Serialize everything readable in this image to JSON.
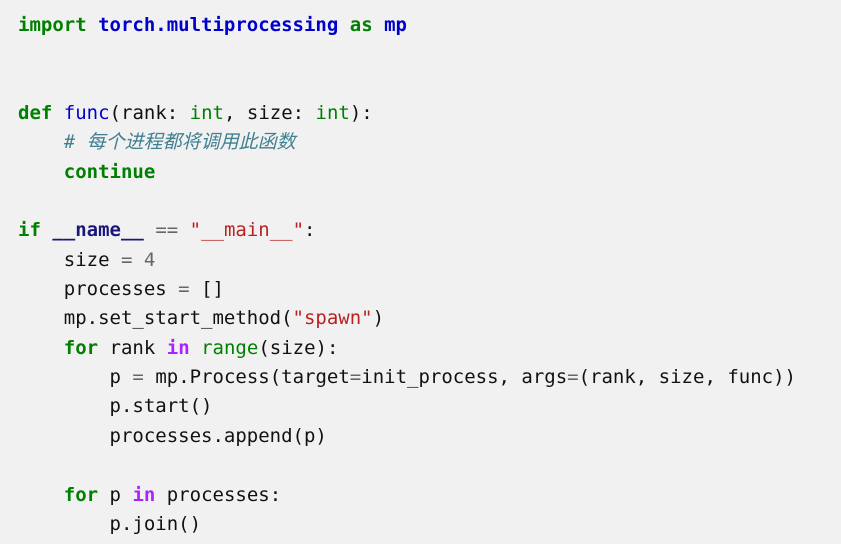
{
  "code_block": {
    "language": "python",
    "background": "#f1f1f1",
    "token_styles": {
      "kw": {
        "color": "#008000",
        "bold": true,
        "italic": false
      },
      "nn": {
        "color": "#0000CC",
        "bold": true,
        "italic": false
      },
      "nf": {
        "color": "#0000CC",
        "bold": false,
        "italic": false
      },
      "nb": {
        "color": "#008000",
        "bold": false,
        "italic": false
      },
      "ow": {
        "color": "#AA22FF",
        "bold": true,
        "italic": false
      },
      "vm": {
        "color": "#19177C",
        "bold": true,
        "italic": false
      },
      "s": {
        "color": "#BA2121",
        "bold": false,
        "italic": false
      },
      "c": {
        "color": "#408090",
        "bold": false,
        "italic": true
      },
      "o": {
        "color": "#666666",
        "bold": false,
        "italic": false
      },
      "m": {
        "color": "#666666",
        "bold": false,
        "italic": false
      },
      "n": {
        "color": "#111111",
        "bold": false,
        "italic": false
      }
    },
    "lines": [
      [
        {
          "t": "import",
          "c": "kw"
        },
        {
          "t": " ",
          "c": "n"
        },
        {
          "t": "torch.multiprocessing",
          "c": "nn"
        },
        {
          "t": " ",
          "c": "n"
        },
        {
          "t": "as",
          "c": "kw"
        },
        {
          "t": " ",
          "c": "n"
        },
        {
          "t": "mp",
          "c": "nn"
        }
      ],
      [],
      [],
      [
        {
          "t": "def",
          "c": "kw"
        },
        {
          "t": " ",
          "c": "n"
        },
        {
          "t": "func",
          "c": "nf"
        },
        {
          "t": "(",
          "c": "n"
        },
        {
          "t": "rank",
          "c": "n"
        },
        {
          "t": ": ",
          "c": "n"
        },
        {
          "t": "int",
          "c": "nb"
        },
        {
          "t": ", ",
          "c": "n"
        },
        {
          "t": "size",
          "c": "n"
        },
        {
          "t": ": ",
          "c": "n"
        },
        {
          "t": "int",
          "c": "nb"
        },
        {
          "t": "):",
          "c": "n"
        }
      ],
      [
        {
          "t": "    ",
          "c": "n"
        },
        {
          "t": "# 每个进程都将调用此函数",
          "c": "c"
        }
      ],
      [
        {
          "t": "    ",
          "c": "n"
        },
        {
          "t": "continue",
          "c": "kw"
        }
      ],
      [],
      [
        {
          "t": "if",
          "c": "kw"
        },
        {
          "t": " ",
          "c": "n"
        },
        {
          "t": "__name__",
          "c": "vm"
        },
        {
          "t": " ",
          "c": "n"
        },
        {
          "t": "==",
          "c": "o"
        },
        {
          "t": " ",
          "c": "n"
        },
        {
          "t": "\"__main__\"",
          "c": "s"
        },
        {
          "t": ":",
          "c": "n"
        }
      ],
      [
        {
          "t": "    ",
          "c": "n"
        },
        {
          "t": "size",
          "c": "n"
        },
        {
          "t": " ",
          "c": "n"
        },
        {
          "t": "=",
          "c": "o"
        },
        {
          "t": " ",
          "c": "n"
        },
        {
          "t": "4",
          "c": "m"
        }
      ],
      [
        {
          "t": "    ",
          "c": "n"
        },
        {
          "t": "processes",
          "c": "n"
        },
        {
          "t": " ",
          "c": "n"
        },
        {
          "t": "=",
          "c": "o"
        },
        {
          "t": " ",
          "c": "n"
        },
        {
          "t": "[]",
          "c": "n"
        }
      ],
      [
        {
          "t": "    ",
          "c": "n"
        },
        {
          "t": "mp.set_start_method(",
          "c": "n"
        },
        {
          "t": "\"spawn\"",
          "c": "s"
        },
        {
          "t": ")",
          "c": "n"
        }
      ],
      [
        {
          "t": "    ",
          "c": "n"
        },
        {
          "t": "for",
          "c": "kw"
        },
        {
          "t": " ",
          "c": "n"
        },
        {
          "t": "rank",
          "c": "n"
        },
        {
          "t": " ",
          "c": "n"
        },
        {
          "t": "in",
          "c": "ow"
        },
        {
          "t": " ",
          "c": "n"
        },
        {
          "t": "range",
          "c": "nb"
        },
        {
          "t": "(size):",
          "c": "n"
        }
      ],
      [
        {
          "t": "        ",
          "c": "n"
        },
        {
          "t": "p",
          "c": "n"
        },
        {
          "t": " ",
          "c": "n"
        },
        {
          "t": "=",
          "c": "o"
        },
        {
          "t": " ",
          "c": "n"
        },
        {
          "t": "mp.Process(target",
          "c": "n"
        },
        {
          "t": "=",
          "c": "o"
        },
        {
          "t": "init_process, args",
          "c": "n"
        },
        {
          "t": "=",
          "c": "o"
        },
        {
          "t": "(rank, size, func))",
          "c": "n"
        }
      ],
      [
        {
          "t": "        ",
          "c": "n"
        },
        {
          "t": "p.start()",
          "c": "n"
        }
      ],
      [
        {
          "t": "        ",
          "c": "n"
        },
        {
          "t": "processes.append(p)",
          "c": "n"
        }
      ],
      [],
      [
        {
          "t": "    ",
          "c": "n"
        },
        {
          "t": "for",
          "c": "kw"
        },
        {
          "t": " ",
          "c": "n"
        },
        {
          "t": "p",
          "c": "n"
        },
        {
          "t": " ",
          "c": "n"
        },
        {
          "t": "in",
          "c": "ow"
        },
        {
          "t": " ",
          "c": "n"
        },
        {
          "t": "processes:",
          "c": "n"
        }
      ],
      [
        {
          "t": "        ",
          "c": "n"
        },
        {
          "t": "p.join()",
          "c": "n"
        }
      ]
    ]
  }
}
